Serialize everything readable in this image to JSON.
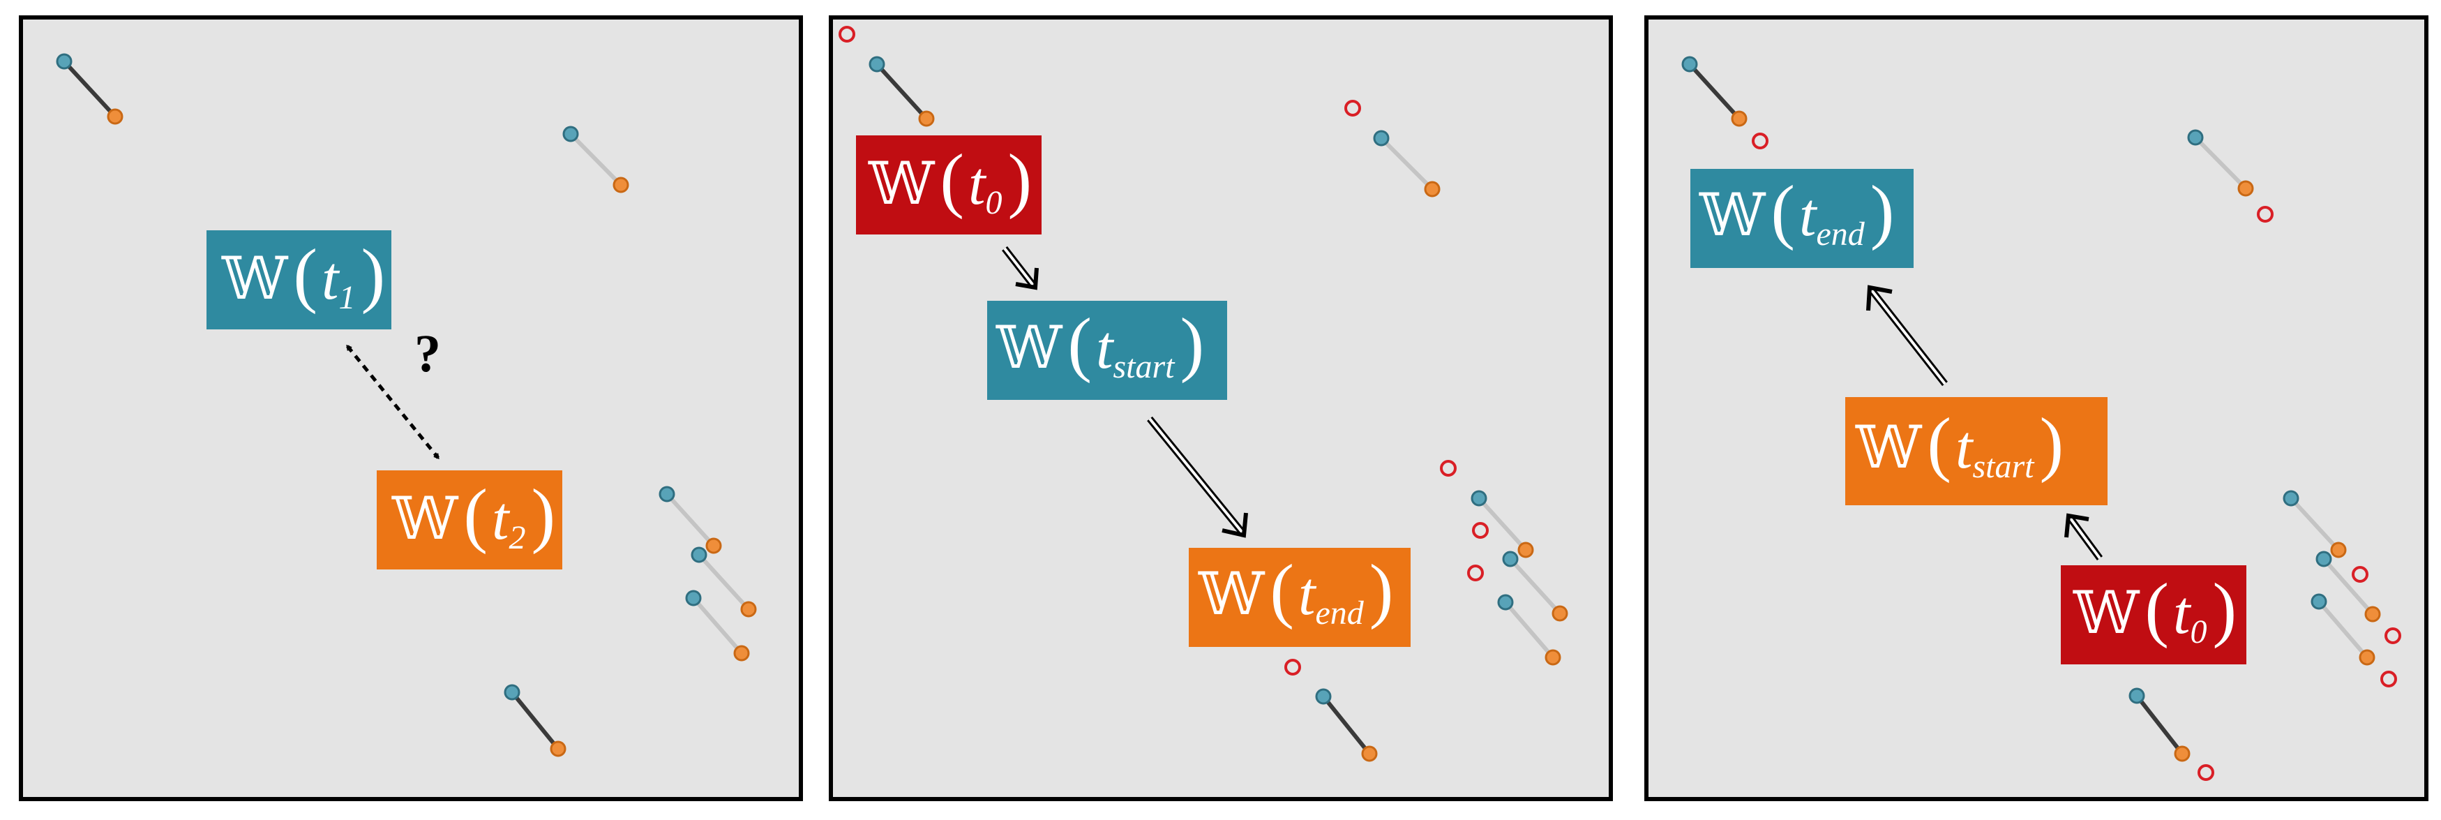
{
  "colors": {
    "panel_bg": "#e4e4e4",
    "panel_border": "#000000",
    "teal": "#2f8aa0",
    "orange": "#ec7515",
    "red": "#c00d12",
    "blue_dot": "#58a3b8",
    "orange_dot": "#ef8e3a",
    "red_dot_outline": "#d91f26",
    "dark_link": "#3a3a3a",
    "light_link": "#c4c4c4"
  },
  "panels": [
    {
      "labels": [
        {
          "name": "w-t1-label",
          "color": "teal",
          "symbol": "𝕎",
          "var": "t",
          "sub": "1"
        },
        {
          "name": "w-t2-label",
          "color": "orange",
          "symbol": "𝕎",
          "var": "t",
          "sub": "2"
        }
      ],
      "question_mark": "?"
    },
    {
      "labels": [
        {
          "name": "w-t0-label",
          "color": "red",
          "symbol": "𝕎",
          "var": "t",
          "sub": "0"
        },
        {
          "name": "w-tstart-label",
          "color": "teal",
          "symbol": "𝕎",
          "var": "t",
          "sub": "start"
        },
        {
          "name": "w-tend-label",
          "color": "orange",
          "symbol": "𝕎",
          "var": "t",
          "sub": "end"
        }
      ]
    },
    {
      "labels": [
        {
          "name": "w-tend-label",
          "color": "teal",
          "symbol": "𝕎",
          "var": "t",
          "sub": "end"
        },
        {
          "name": "w-tstart-label",
          "color": "orange",
          "symbol": "𝕎",
          "var": "t",
          "sub": "start"
        },
        {
          "name": "w-t0-label",
          "color": "red",
          "symbol": "𝕎",
          "var": "t",
          "sub": "0"
        }
      ]
    }
  ]
}
